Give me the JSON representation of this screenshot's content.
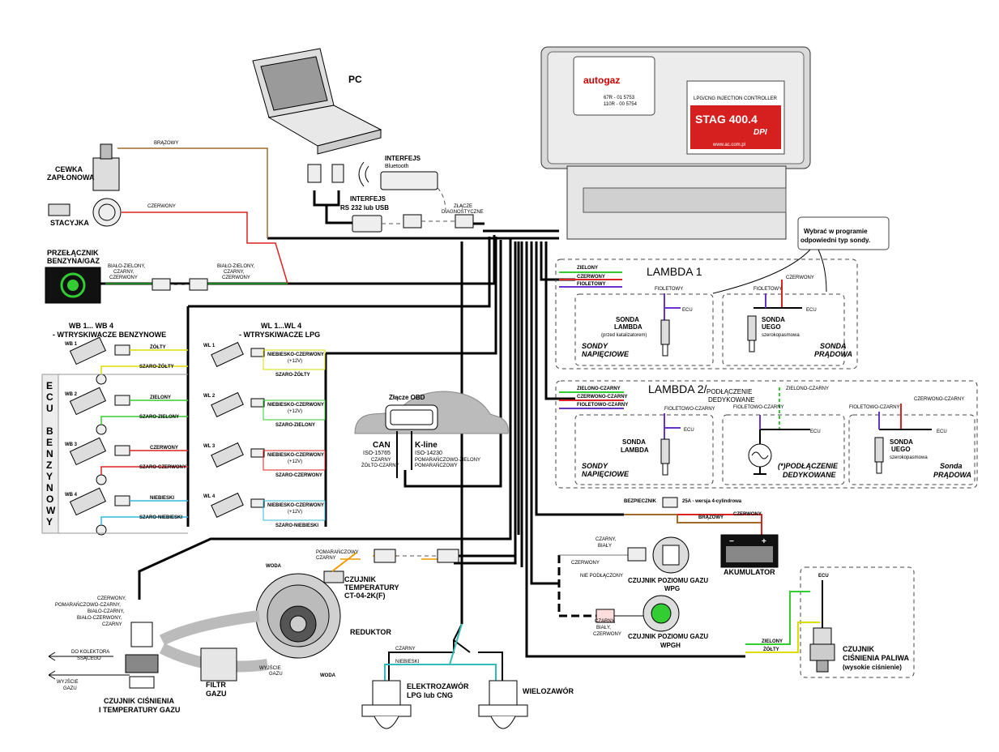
{
  "pc": {
    "label": "PC"
  },
  "ecu": {
    "brand": "autogaz",
    "approval1": "67R - 01 5753",
    "approval2": "110R - 00 5754",
    "subtitle": "LPG/CNG INJECTION CONTROLLER",
    "model": "STAG 400.4",
    "model_suffix": "DPI",
    "url": "www.ac.com.pl"
  },
  "interface": {
    "bt_label": "INTERFEJS",
    "bt_sub": "Bluetooth",
    "rs_label": "INTERFEJS",
    "rs_sub": "RS 232 lub USB",
    "diag_label": "ZŁĄCZE",
    "diag_sub": "DIAGNOSTYCZNE"
  },
  "left": {
    "coil": "CEWKA",
    "coil2": "ZAPŁONOWA",
    "coil_wire": "BRĄZOWY",
    "ignition": "STACYJKA",
    "ign_wire": "CZERWONY",
    "switch": "PRZEŁĄCZNIK",
    "switch2": "BENZYNA/GAZ",
    "sw_w1": "BIAŁO-ZIELONY,",
    "sw_w2": "CZARNY,",
    "sw_w3": "CZERWONY",
    "sw2_w1": "BIAŁO-ZIELONY,",
    "sw2_w2": "CZARNY,",
    "sw2_w3": "CZERWONY"
  },
  "wb": {
    "title1": "WB 1... WB 4",
    "title2": "- WTRYSKIWACZE BENZYNOWE",
    "rows": [
      {
        "id": "WB 1",
        "color": "ŻÓŁTY",
        "gray": "SZARO-ŻÓŁTY"
      },
      {
        "id": "WB 2",
        "color": "ZIELONY",
        "gray": "SZARO-ZIELONY"
      },
      {
        "id": "WB 3",
        "color": "CZERWONY",
        "gray": "SZARO-CZERWONY"
      },
      {
        "id": "WB 4",
        "color": "NIEBIESKI",
        "gray": "SZARO-NIEBIESKI"
      }
    ],
    "ecu_letters": [
      "E",
      "C",
      "U",
      "",
      "B",
      "E",
      "N",
      "Z",
      "Y",
      "N",
      "O",
      "W",
      "Y"
    ]
  },
  "wl": {
    "title1": "WL 1...WL 4",
    "title2": "- WTRYSKIWACZE LPG",
    "rows": [
      {
        "id": "WL 1",
        "line": "NIEBIESKO-CZERWONY",
        "v": "(+12V)",
        "gray": "SZARO-ŻÓŁTY"
      },
      {
        "id": "WL 2",
        "line": "NIEBIESKO-CZERWONY",
        "v": "(+12V)",
        "gray": "SZARO-ZIELONY"
      },
      {
        "id": "WL 3",
        "line": "NIEBIESKO-CZERWONY",
        "v": "(+12V)",
        "gray": "SZARO-CZERWONY"
      },
      {
        "id": "WL 4",
        "line": "NIEBIESKO-CZERWONY",
        "v": "(+12V)",
        "gray": "SZARO-NIEBIESKI"
      }
    ]
  },
  "obd": {
    "title": "Złącze OBD",
    "can": "CAN",
    "can_std": "ISO-15765",
    "can_w1": "CZARNY",
    "can_w2": "ŻÓŁTO-CZARNY",
    "kline": "K-line",
    "kline_std": "ISO-14230",
    "kline_w1": "POMARAŃCZOWO-ZIELONY",
    "kline_w2": "POMARAŃCZOWY"
  },
  "lambda1": {
    "title": "LAMBDA 1",
    "note1": "Wybrać w programie",
    "note2": "odpowiedni typ sondy.",
    "w_green": "ZIELONY",
    "w_red": "CZERWONY",
    "w_violet": "FIOLETOWY",
    "s1_wire": "FIOLETOWY",
    "ecu": "ECU",
    "s1_name1": "SONDA",
    "s1_name2": "LAMBDA",
    "s1_name3": "(przed katalizatorem)",
    "s1_type1": "SONDY",
    "s1_type2": "NAPIĘCIOWE",
    "s2_wire1": "CZERWONY",
    "s2_wire2": "FIOLETOWY",
    "s2_name1": "SONDA",
    "s2_name2": "UEGO",
    "s2_name3": "szerokopasmowa",
    "s2_type1": "SONDA",
    "s2_type2": "PRĄDOWA"
  },
  "lambda2": {
    "title": "LAMBDA 2/",
    "title_b": "PODŁĄCZENIE",
    "title_c": "DEDYKOWANE",
    "w1": "ZIELONO-CZARNY",
    "w2": "CZERWONO-CZARNY",
    "w3": "FIOLETOWO-CZARNY",
    "s1_wire": "FIOLETOWO-CZARNY",
    "s1_name1": "SONDA",
    "s1_name2": "LAMBDA",
    "s1_type1": "SONDY",
    "s1_type2": "NAPIĘCIOWE",
    "d_wire1": "ZIELONO-CZARNY",
    "d_wire2": "FIOLETOWO-CZARNY",
    "d_type1": "(*)PODŁĄCZENIE",
    "d_type2": "DEDYKOWANE",
    "u_wire1": "FIOLETOWO-CZARNY",
    "u_wire2": "CZERWONO-CZARNY",
    "u_name1": "SONDA",
    "u_name2": "UEGO",
    "u_name3": "szerokopasmowa",
    "u_type1": "Sonda",
    "u_type2": "PRĄDOWA",
    "ecu": "ECU"
  },
  "power": {
    "fuse": "BEZPIECZNIK",
    "fuse_note": "25A - wersja 4-cylindrowa",
    "brown": "BRĄZOWY",
    "red": "CZERWONY",
    "battery": "AKUMULATOR",
    "minus": "−",
    "plus": "+"
  },
  "level": {
    "w1a": "CZARNY,",
    "w1b": "BIAŁY",
    "w_red": "CZERWONY",
    "not_connected": "NIE PODŁĄCZONY",
    "wpg1": "CZUJNIK POZIOMU GAZU",
    "wpg2": "WPG",
    "w2a": "CZARNY,",
    "w2b": "BIAŁY,",
    "w2c": "CZERWONY",
    "wpgh1": "CZUJNIK POZIOMU GAZU",
    "wpgh2": "WPGH"
  },
  "fuel_sensor": {
    "ecu": "ECU",
    "green": "ZIELONY",
    "yellow": "ŻÓŁTY",
    "name1": "CZUJNIK",
    "name2": "CIŚNIENIA PALIWA",
    "name3": "(wysokie ciśnienie)"
  },
  "bottom": {
    "temp_w1": "POMARAŃCZOWY",
    "temp_w2": "CZARNY",
    "temp1": "CZUJNIK",
    "temp2": "TEMPERATURY",
    "temp3": "CT-04-2K(F)",
    "water": "WODA",
    "water2": "WODA",
    "reducer": "REDUKTOR",
    "outlet1": "WYJŚCIE",
    "outlet2": "GAZU",
    "outlet3": "WYJŚCIE",
    "outlet4": "GAZU",
    "manifold1": "DO KOLEKTORA",
    "manifold2": "SSĄCEGO",
    "filter1": "FILTR",
    "filter2": "GAZU",
    "ps_w1": "CZERWONY,",
    "ps_w2": "POMARAŃCZOWO-CZARNY,",
    "ps_w3": "BIAŁO-CZARNY,",
    "ps_w4": "BIAŁO-CZERWONY,",
    "ps_w5": "CZARNY",
    "ps1": "CZUJNIK CIŚNIENIA",
    "ps2": "I TEMPERATURY GAZU",
    "valve_black": "CZARNY",
    "valve_blue": "NIEBIESKI",
    "valve1": "ELEKTROZAWÓR",
    "valve2": "LPG lub CNG",
    "multivalve": "WIELOZAWÓR"
  }
}
